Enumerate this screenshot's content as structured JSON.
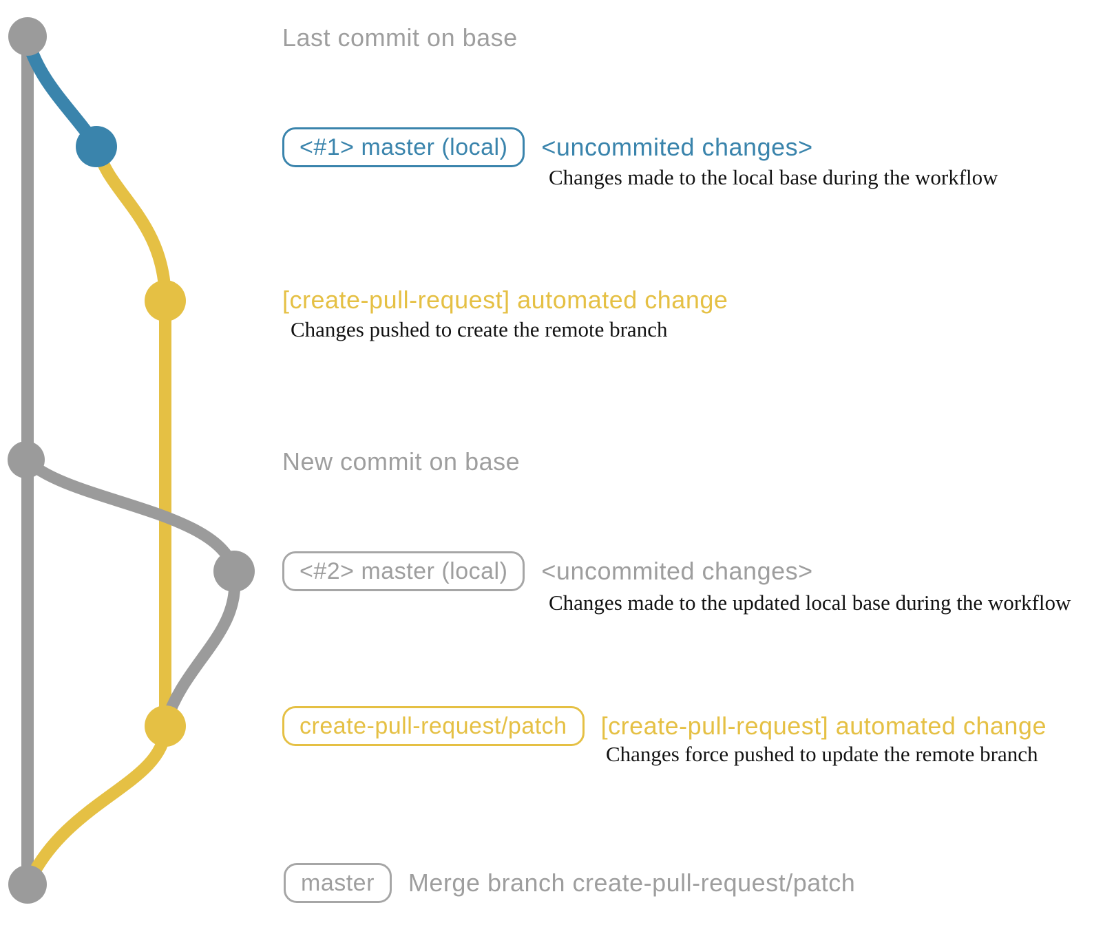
{
  "colors": {
    "blue": "#3a84ac",
    "yellow": "#e5c044",
    "gray-line": "#9b9b9b",
    "gray-text": "#9e9e9e",
    "gray-border": "#a6a6a6",
    "ink": "#121212"
  },
  "rows": [
    {
      "type": "label",
      "text": "Last commit on base"
    },
    {
      "type": "badge-note",
      "badge": "<#1> master (local)",
      "note": "<uncommited changes>",
      "caption": "Changes made to the local base during the workflow"
    },
    {
      "type": "label-caption",
      "label": "[create-pull-request] automated change",
      "caption": "Changes pushed to create the remote branch"
    },
    {
      "type": "label",
      "text": "New commit on base"
    },
    {
      "type": "badge-note",
      "badge": "<#2> master (local)",
      "note": "<uncommited changes>",
      "caption": "Changes made to the updated local base during the workflow"
    },
    {
      "type": "badge-note",
      "badge": "create-pull-request/patch",
      "note": "[create-pull-request] automated change",
      "caption": "Changes force pushed to update the remote branch"
    },
    {
      "type": "badge-note",
      "badge": "master",
      "note": "Merge branch create-pull-request/patch"
    }
  ],
  "graph": {
    "branches": [
      {
        "name": "base (remote master)",
        "color": "gray"
      },
      {
        "name": "local master #1",
        "color": "blue"
      },
      {
        "name": "create-pull-request/patch",
        "color": "yellow"
      },
      {
        "name": "local master #2",
        "color": "gray"
      }
    ],
    "commit_dots": [
      {
        "name": "last-commit-on-base",
        "color": "gray"
      },
      {
        "name": "local-master-1-uncommited",
        "color": "blue"
      },
      {
        "name": "automated-change-1",
        "color": "yellow"
      },
      {
        "name": "new-commit-on-base",
        "color": "gray"
      },
      {
        "name": "local-master-2-uncommited",
        "color": "gray"
      },
      {
        "name": "automated-change-2-force-push",
        "color": "yellow"
      },
      {
        "name": "merge-commit-master",
        "color": "gray"
      }
    ]
  }
}
